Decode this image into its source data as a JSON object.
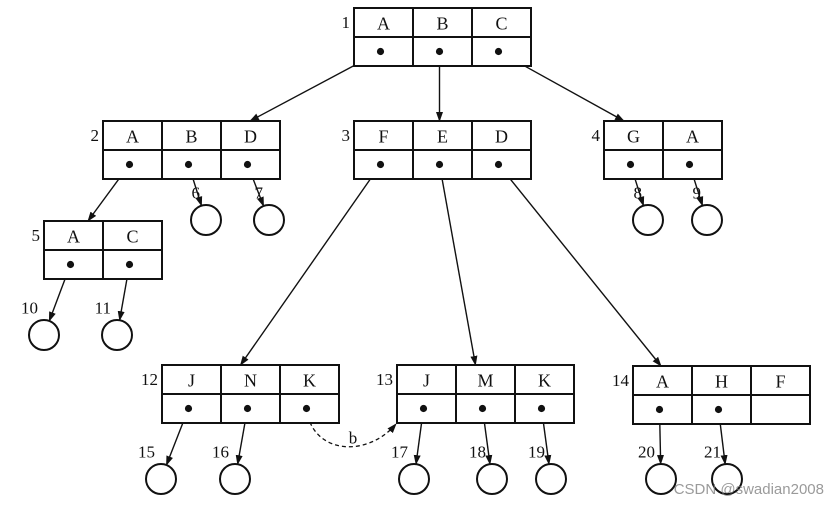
{
  "diagram": {
    "title": "",
    "nodes": [
      {
        "id": "1",
        "label": "1",
        "keys": [
          "A",
          "B",
          "C"
        ],
        "pointers": [
          true,
          true,
          true
        ]
      },
      {
        "id": "2",
        "label": "2",
        "keys": [
          "A",
          "B",
          "D"
        ],
        "pointers": [
          true,
          true,
          true
        ]
      },
      {
        "id": "3",
        "label": "3",
        "keys": [
          "F",
          "E",
          "D"
        ],
        "pointers": [
          true,
          true,
          true
        ]
      },
      {
        "id": "4",
        "label": "4",
        "keys": [
          "G",
          "A"
        ],
        "pointers": [
          true,
          true
        ]
      },
      {
        "id": "5",
        "label": "5",
        "keys": [
          "A",
          "C"
        ],
        "pointers": [
          true,
          true
        ]
      },
      {
        "id": "12",
        "label": "12",
        "keys": [
          "J",
          "N",
          "K"
        ],
        "pointers": [
          true,
          true,
          true
        ]
      },
      {
        "id": "13",
        "label": "13",
        "keys": [
          "J",
          "M",
          "K"
        ],
        "pointers": [
          true,
          true,
          true
        ]
      },
      {
        "id": "14",
        "label": "14",
        "keys": [
          "A",
          "H",
          "F"
        ],
        "pointers": [
          true,
          true,
          false
        ]
      }
    ],
    "leaves": [
      {
        "id": "6",
        "label": "6"
      },
      {
        "id": "7",
        "label": "7"
      },
      {
        "id": "8",
        "label": "8"
      },
      {
        "id": "9",
        "label": "9"
      },
      {
        "id": "10",
        "label": "10"
      },
      {
        "id": "11",
        "label": "11"
      },
      {
        "id": "15",
        "label": "15"
      },
      {
        "id": "16",
        "label": "16"
      },
      {
        "id": "17",
        "label": "17"
      },
      {
        "id": "18",
        "label": "18"
      },
      {
        "id": "19",
        "label": "19"
      },
      {
        "id": "20",
        "label": "20"
      },
      {
        "id": "21",
        "label": "21"
      }
    ],
    "edges": [
      {
        "from": "1",
        "slot": 0,
        "to": "2"
      },
      {
        "from": "1",
        "slot": 1,
        "to": "3"
      },
      {
        "from": "1",
        "slot": 2,
        "to": "4"
      },
      {
        "from": "2",
        "slot": 0,
        "to": "5"
      },
      {
        "from": "2",
        "slot": 1,
        "to": "6"
      },
      {
        "from": "2",
        "slot": 2,
        "to": "7"
      },
      {
        "from": "3",
        "slot": 0,
        "to": "12"
      },
      {
        "from": "3",
        "slot": 1,
        "to": "13"
      },
      {
        "from": "3",
        "slot": 2,
        "to": "14"
      },
      {
        "from": "4",
        "slot": 0,
        "to": "8"
      },
      {
        "from": "4",
        "slot": 1,
        "to": "9"
      },
      {
        "from": "5",
        "slot": 0,
        "to": "10"
      },
      {
        "from": "5",
        "slot": 1,
        "to": "11"
      },
      {
        "from": "12",
        "slot": 0,
        "to": "15"
      },
      {
        "from": "12",
        "slot": 1,
        "to": "16"
      },
      {
        "from": "13",
        "slot": 0,
        "to": "17"
      },
      {
        "from": "13",
        "slot": 1,
        "to": "18"
      },
      {
        "from": "13",
        "slot": 2,
        "to": "19"
      },
      {
        "from": "14",
        "slot": 0,
        "to": "20"
      },
      {
        "from": "14",
        "slot": 1,
        "to": "21"
      }
    ],
    "dashed_link": {
      "from": "12",
      "slot": 2,
      "to": "13",
      "label": "b"
    }
  },
  "watermark": "CSDN @swadian2008"
}
